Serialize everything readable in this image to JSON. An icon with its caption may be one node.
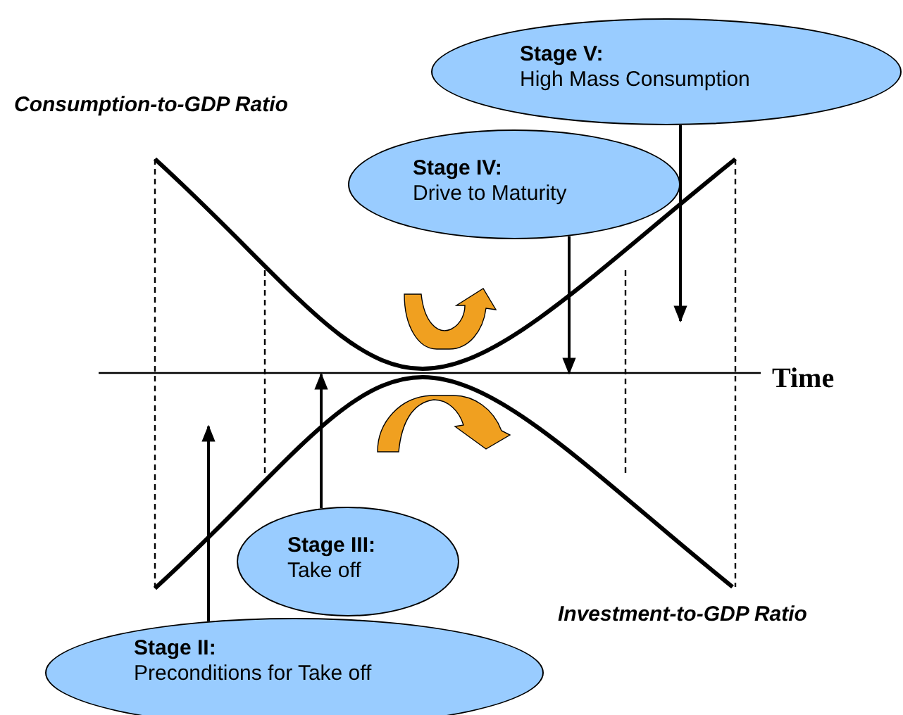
{
  "diagram": {
    "nodes": [
      {
        "text": [
          "Stage V:",
          "High Mass Consumption"
        ]
      },
      {
        "text": [
          "Stage IV:",
          "Drive to Maturity"
        ]
      },
      {
        "text": [
          "Stage III:",
          "Take off"
        ]
      },
      {
        "text": [
          "Stage II:",
          "Preconditions for Take off"
        ]
      }
    ],
    "edges": [
      {
        "from": 0,
        "to": null,
        "arrow": "to"
      },
      {
        "from": 1,
        "to": null,
        "arrow": "to"
      },
      {
        "from": 2,
        "to": null,
        "arrow": "to"
      },
      {
        "from": 3,
        "to": null,
        "arrow": "to"
      }
    ],
    "labels": [
      "Consumption-to-GDP Ratio",
      "Time",
      "Investment-to-GDP Ratio"
    ]
  }
}
